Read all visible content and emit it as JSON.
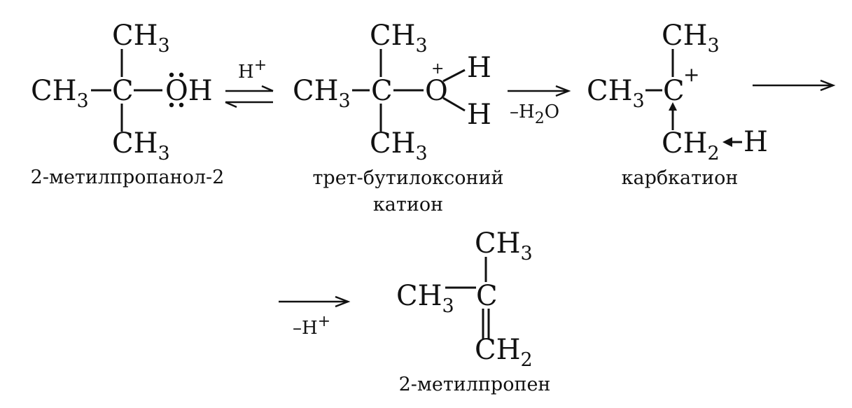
{
  "colors": {
    "ink": "#111111",
    "background": "#ffffff"
  },
  "molecules": {
    "alcohol": {
      "methyl_top": "CH",
      "methyl_top_sub": "3",
      "methyl_left": "CH",
      "methyl_left_sub": "3",
      "carbon": "C",
      "hydroxyl": "OH",
      "methyl_bottom": "CH",
      "methyl_bottom_sub": "3",
      "name": "2-метилпропанол-2"
    },
    "oxonium": {
      "methyl_top": "CH",
      "methyl_top_sub": "3",
      "methyl_left": "CH",
      "methyl_left_sub": "3",
      "carbon": "C",
      "oxygen": "O",
      "charge": "+",
      "hydrogen_top": "H",
      "hydrogen_bottom": "H",
      "methyl_bottom": "CH",
      "methyl_bottom_sub": "3",
      "name_line1": "трет-бутилоксоний",
      "name_line2": "катион"
    },
    "carbocation": {
      "methyl_top": "CH",
      "methyl_top_sub": "3",
      "methyl_left": "CH",
      "methyl_left_sub": "3",
      "carbon": "C",
      "charge": "+",
      "methylene": "CH",
      "methylene_sub": "2",
      "hydrogen": "H",
      "name": "карбкатион"
    },
    "alkene": {
      "methyl_top": "CH",
      "methyl_top_sub": "3",
      "methyl_left": "CH",
      "methyl_left_sub": "3",
      "carbon": "C",
      "methylene": "CH",
      "methylene_sub": "2",
      "name": "2-метилпропен"
    }
  },
  "steps": {
    "protonation": {
      "reagent": "H",
      "reagent_sup": "+"
    },
    "dehydration": {
      "reagent": "–H",
      "reagent_sub": "2",
      "reagent_tail": "O"
    },
    "deprotonation": {
      "reagent": "–H",
      "reagent_sup": "+"
    }
  }
}
